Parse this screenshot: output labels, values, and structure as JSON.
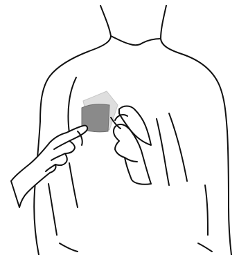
{
  "figure": {
    "background": "#ffffff",
    "line_color": "#111111",
    "patch": {
      "liner_color": "#d9d9d9",
      "liner_edge": "#bdbdbd",
      "patch_color": "#8a8a8a",
      "patch_edge": "#6e6e6e"
    },
    "parts": [
      "upper-back-body",
      "adhesive-patch",
      "patch-liner",
      "left-hand",
      "right-hand"
    ]
  }
}
